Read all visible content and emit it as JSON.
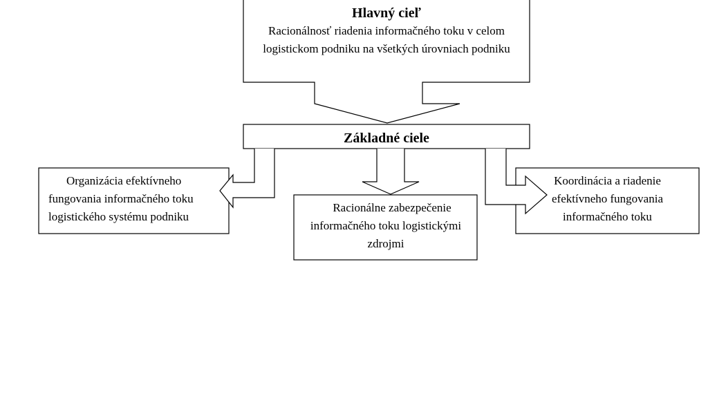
{
  "main_goal": {
    "title": "Hlavný cieľ",
    "lines": [
      "Racionálnosť riadenia informačného toku v celom",
      "logistickom podniku na všetkých úrovniach podniku"
    ]
  },
  "basic_goals": {
    "title": "Základné ciele"
  },
  "goals": [
    {
      "lines": [
        "Organizácia efektívneho",
        "fungovania informačného toku",
        "logistického systému podniku"
      ]
    },
    {
      "lines": [
        "Racionálne zabezpečenie",
        "informačného toku logistickými",
        "zdrojmi"
      ]
    },
    {
      "lines": [
        "Koordinácia a riadenie",
        "efektívneho fungovania",
        "informačného toku"
      ]
    }
  ]
}
